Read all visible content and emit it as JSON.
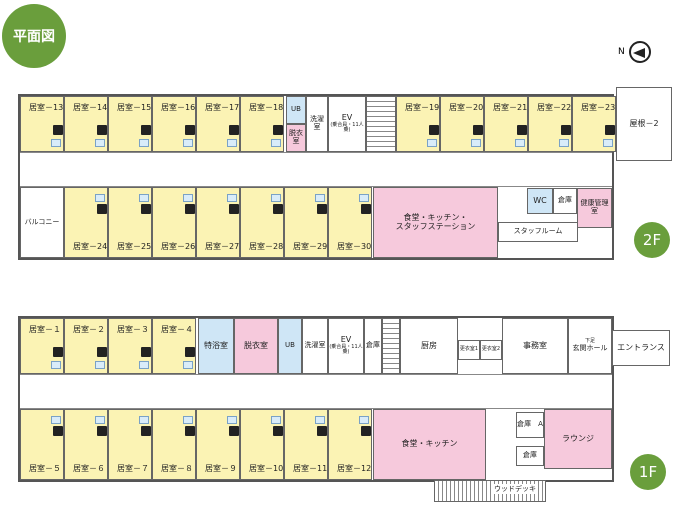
{
  "title": "平面図",
  "north_label": "N",
  "floor2": {
    "badge": "2F",
    "top_rooms": [
      "居室－13",
      "居室－14",
      "居室－15",
      "居室－16",
      "居室－17",
      "居室－18"
    ],
    "top_rooms_right": [
      "居室－19",
      "居室－20",
      "居室－21",
      "居室－22",
      "居室－23"
    ],
    "bottom_rooms": [
      "居室－24",
      "居室－25",
      "居室－26",
      "居室－27",
      "居室－28",
      "居室－29",
      "居室－30"
    ],
    "ub": "UB",
    "dressing": "脱衣室",
    "laundry": "洗濯室",
    "ev": "EV",
    "ev_note": "(乗合員・11人乗)",
    "roof": "屋根－2",
    "balcony": "バルコニー",
    "dining": "食堂・キッチン・\nスタッフステーション",
    "wc": "WC",
    "storage": "倉庫",
    "health": "健康管理室",
    "staff_room": "スタッフルーム"
  },
  "floor1": {
    "badge": "1F",
    "top_rooms": [
      "居室－１",
      "居室－２",
      "居室－３",
      "居室－４"
    ],
    "bottom_rooms": [
      "居室－５",
      "居室－６",
      "居室－７",
      "居室－８",
      "居室－９",
      "居室－10",
      "居室－11",
      "居室－12"
    ],
    "special_bath": "特浴室",
    "dressing": "脱衣室",
    "ub": "UB",
    "laundry": "洗濯室",
    "ev": "EV",
    "ev_note": "(乗合員・11人乗)",
    "storage": "倉庫",
    "kitchen": "厨房",
    "office_small1": "更衣室1",
    "office_small2": "更衣室2",
    "office": "事務室",
    "entrance_hall": "玄関ホール",
    "entrance": "エントランス",
    "shoebox": "下足",
    "dining": "食堂・キッチン",
    "storage_a": "倉庫　A",
    "storage_b": "倉庫",
    "lounge": "ラウンジ",
    "deck": "ウッドデッキ"
  }
}
